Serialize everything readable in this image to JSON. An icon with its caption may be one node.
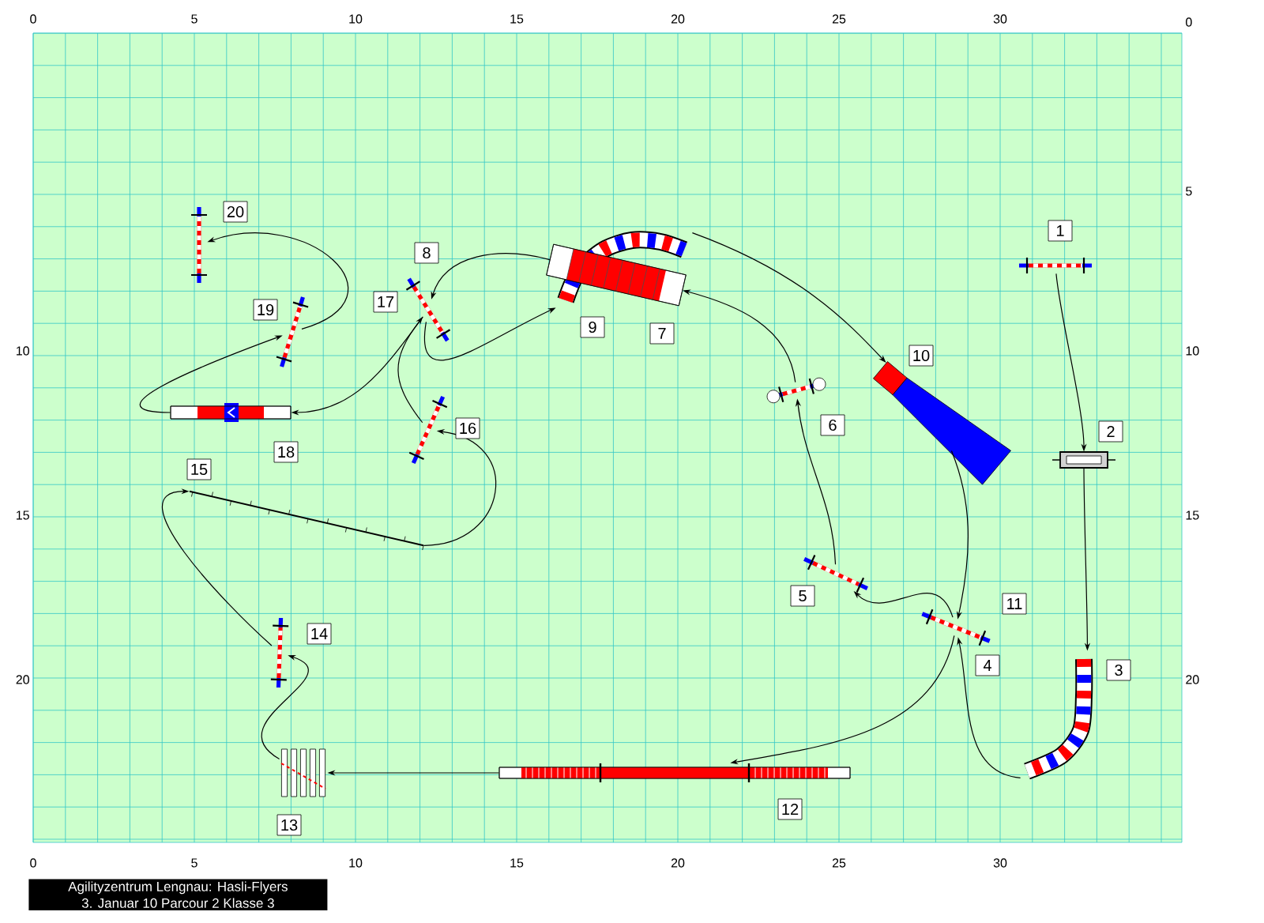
{
  "diagram": {
    "nodes": [
      {
        "text": [],
        "shape": "bar",
        "beside": [
          "1"
        ]
      },
      {
        "text": [],
        "shape": "box",
        "beside": [
          "2"
        ]
      },
      {
        "text": [],
        "shape": "tunnel",
        "beside": [
          "3"
        ]
      },
      {
        "text": [],
        "shape": "bar",
        "beside": [
          "4",
          "11"
        ]
      },
      {
        "text": [],
        "shape": "bar",
        "beside": [
          "5"
        ]
      },
      {
        "text": [],
        "shape": "bar",
        "beside": [
          "6"
        ]
      },
      {
        "text": [],
        "shape": "ramp",
        "beside": [
          "7"
        ]
      },
      {
        "text": [],
        "shape": "bar",
        "beside": [
          "8",
          "17"
        ]
      },
      {
        "text": [],
        "shape": "tunnel",
        "beside": [
          "9"
        ]
      },
      {
        "text": [],
        "shape": "chute",
        "beside": [
          "10"
        ]
      },
      {
        "text": [],
        "shape": "plank",
        "beside": [
          "12"
        ]
      },
      {
        "text": [],
        "shape": "boards",
        "beside": [
          "13"
        ]
      },
      {
        "text": [],
        "shape": "bar",
        "beside": [
          "14"
        ]
      },
      {
        "text": [],
        "shape": "poles",
        "beside": [
          "15"
        ]
      },
      {
        "text": [],
        "shape": "bar",
        "beside": [
          "16"
        ]
      },
      {
        "text": [],
        "shape": "plank",
        "beside": [
          "18"
        ]
      },
      {
        "text": [],
        "shape": "bar",
        "beside": [
          "19"
        ]
      },
      {
        "text": [],
        "shape": "bar",
        "beside": [
          "20"
        ]
      }
    ],
    "edges": [
      {
        "from": 0,
        "to": 1,
        "arrow": "to"
      },
      {
        "from": 1,
        "to": 2,
        "arrow": "to"
      },
      {
        "from": 2,
        "to": 3,
        "arrow": "to"
      },
      {
        "from": 3,
        "to": 4,
        "arrow": "to"
      },
      {
        "from": 4,
        "to": 5,
        "arrow": "to"
      },
      {
        "from": 5,
        "to": 6,
        "arrow": "to"
      },
      {
        "from": 6,
        "to": 7,
        "arrow": "to"
      },
      {
        "from": 7,
        "to": 8,
        "arrow": "to"
      },
      {
        "from": 8,
        "to": 9,
        "arrow": "to"
      },
      {
        "from": 9,
        "to": 3,
        "arrow": "to"
      },
      {
        "from": 3,
        "to": 10,
        "arrow": "to"
      },
      {
        "from": 10,
        "to": 11,
        "arrow": "to"
      },
      {
        "from": 11,
        "to": 12,
        "arrow": "to"
      },
      {
        "from": 12,
        "to": 13,
        "arrow": "to"
      },
      {
        "from": 13,
        "to": 14,
        "arrow": "to"
      },
      {
        "from": 14,
        "to": 7,
        "arrow": "to"
      },
      {
        "from": 7,
        "to": 15,
        "arrow": "to"
      },
      {
        "from": 15,
        "to": 16,
        "arrow": "to"
      },
      {
        "from": 16,
        "to": 17,
        "arrow": "to"
      }
    ],
    "labels": [
      "0",
      "5",
      "10",
      "15",
      "20",
      "25",
      "30",
      "0",
      "5",
      "10",
      "10",
      "15",
      "15",
      "20",
      "20",
      "0",
      "5",
      "10",
      "15",
      "20",
      "25",
      "30",
      "Agilityzentrum Lengnau:  Hasli-Flyers",
      "3. Januar 10  Parcour 2 Klasse 3"
    ]
  }
}
